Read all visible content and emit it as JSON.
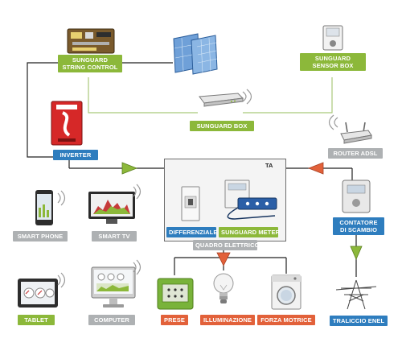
{
  "labels": {
    "string_control": "SUNGUARD\nSTRING CONTROL",
    "sensor_box": "SUNGUARD\nSENSOR BOX",
    "sunguard_box": "SUNGUARD BOX",
    "inverter": "INVERTER",
    "router": "ROUTER ADSL",
    "ta": "TA",
    "differenziale": "DIFFERENZIALE",
    "meter": "SUNGUARD METER",
    "quadro": "QUADRO ELETTRICO",
    "contatore": "CONTATORE\nDI SCAMBIO",
    "smartphone": "SMART PHONE",
    "smarttv": "SMART TV",
    "tablet": "TABLET",
    "computer": "COMPUTER",
    "prese": "PRESE",
    "illuminazione": "ILLUMINAZIONE",
    "forza": "FORZA MOTRICE",
    "traliccio": "TRALICCIO ENEL"
  },
  "colors": {
    "green": "#8cb83a",
    "blue": "#2e7dbe",
    "gray": "#aeb1b3",
    "red": "#e2613a",
    "wire": "#222222",
    "signal": "#a9c97a"
  },
  "icons": [
    "solar-panel-icon",
    "circuit-board-icon",
    "sensor-box-icon",
    "router-icon",
    "inverter-icon",
    "breaker-icon",
    "meter-icon",
    "energy-meter-icon",
    "smartphone-icon",
    "tv-icon",
    "tablet-icon",
    "computer-icon",
    "socket-icon",
    "bulb-icon",
    "washing-machine-icon",
    "pylon-icon",
    "wifi-icon",
    "arrow-icon"
  ]
}
